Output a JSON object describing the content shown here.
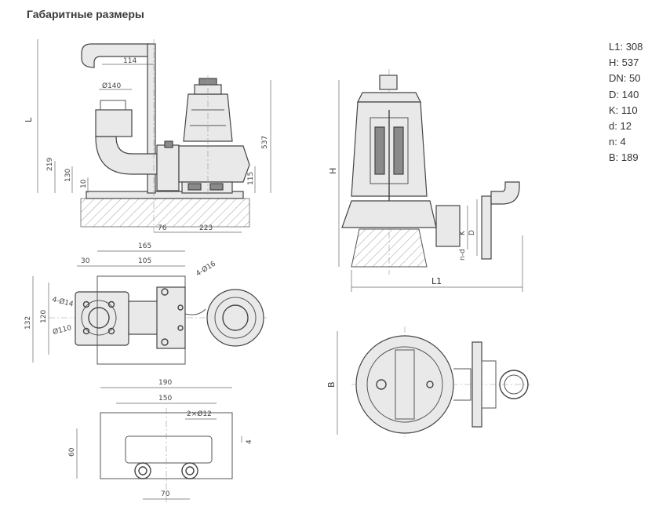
{
  "title": "Габаритные размеры",
  "specs": [
    {
      "label": "L1",
      "value": "308"
    },
    {
      "label": "H",
      "value": "537"
    },
    {
      "label": "DN",
      "value": "50"
    },
    {
      "label": "D",
      "value": "140"
    },
    {
      "label": "K",
      "value": "110"
    },
    {
      "label": "d",
      "value": "12"
    },
    {
      "label": "n",
      "value": "4"
    },
    {
      "label": "B",
      "value": "189"
    }
  ],
  "drawing_labels": {
    "side_L": "L",
    "side_114": "114",
    "side_d140": "Ø140",
    "side_537": "537",
    "side_219": "219",
    "side_130": "130",
    "side_10": "10",
    "side_115": "115",
    "side_76": "76",
    "side_223": "223",
    "top_165": "165",
    "top_30": "30",
    "top_105": "105",
    "top_4d16": "4-Ø16",
    "top_4d14": "4-Ø14",
    "top_132": "132",
    "top_120": "120",
    "top_d110": "Ø110",
    "base_190": "190",
    "base_150": "150",
    "base_2x12": "2×Ø12",
    "base_60": "60",
    "base_4": "4",
    "base_70": "70",
    "sec_H": "H",
    "sec_K": "K",
    "sec_D": "D",
    "sec_nd": "n-d",
    "sec_L1": "L1",
    "plan_B": "B"
  }
}
